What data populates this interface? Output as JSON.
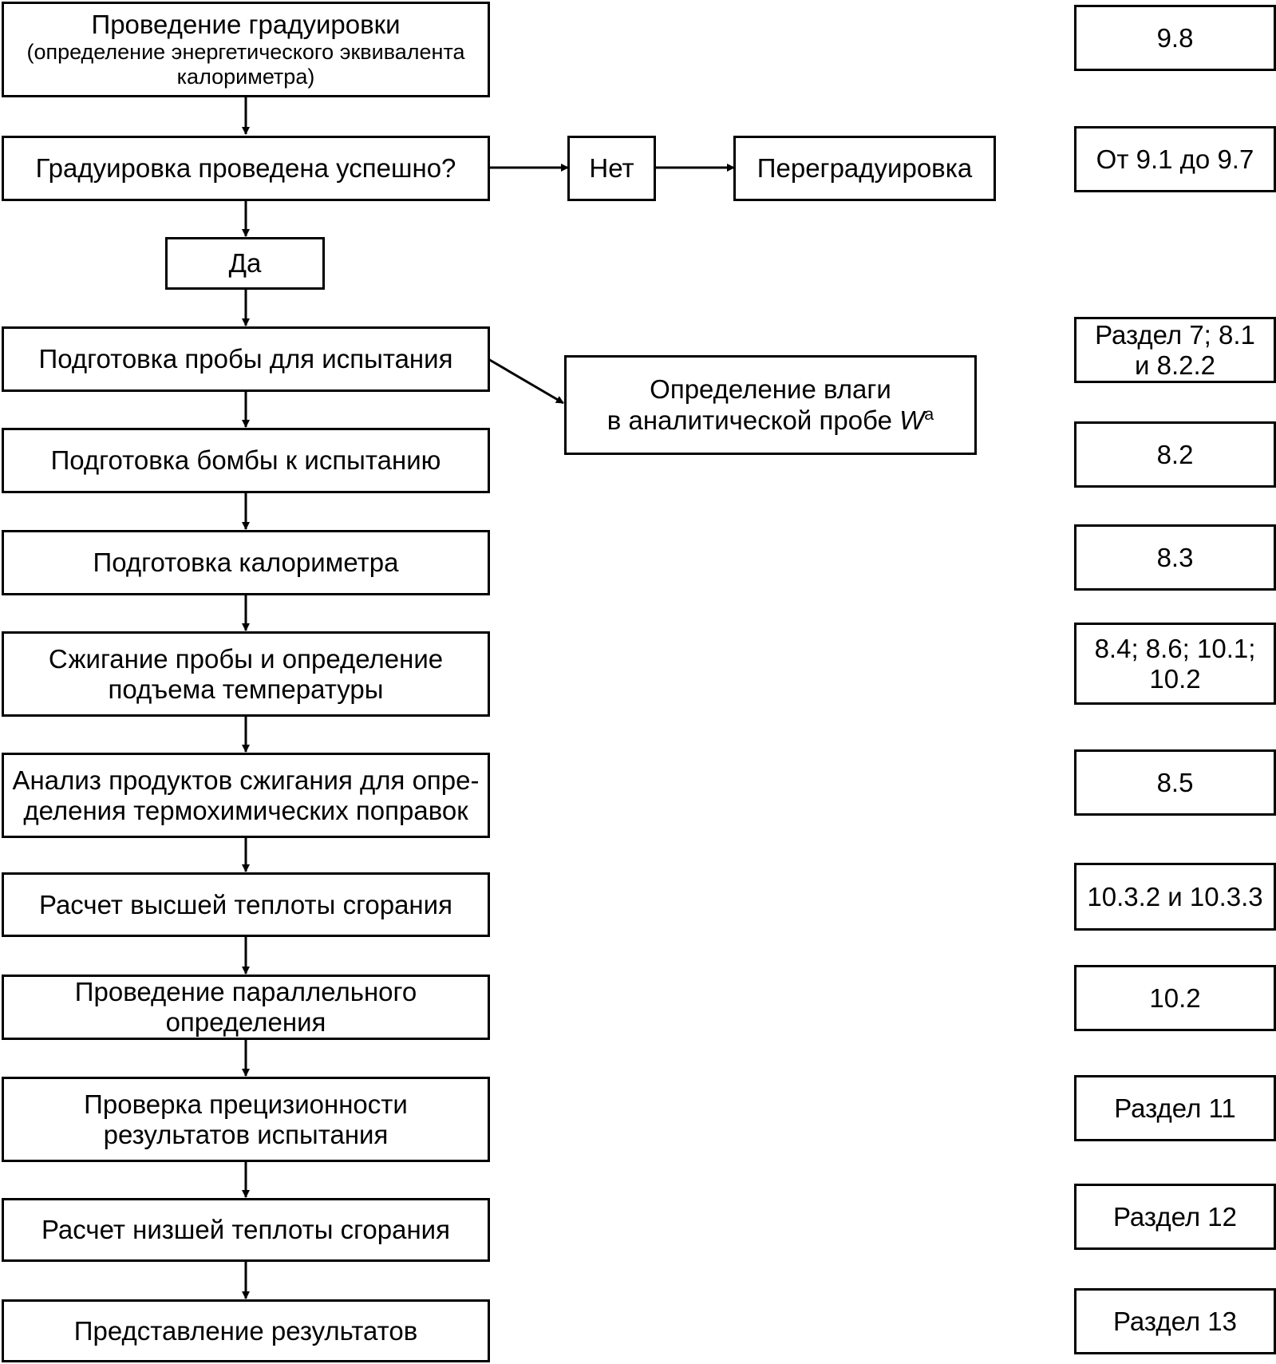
{
  "flow": {
    "calibration": {
      "line1": "Проведение градуировки",
      "line2": "(определение энергетического эквивалента",
      "line3": "калориметра)"
    },
    "check": "Градуировка проведена успешно?",
    "no": "Нет",
    "recalibration": "Переградуировка",
    "yes": "Да",
    "prep_sample": "Подготовка пробы для испытания",
    "moisture": {
      "line1": "Определение влаги",
      "line2": "в аналитической пробе",
      "var": "W",
      "sup": "a"
    },
    "prep_bomb": "Подготовка бомбы к испытанию",
    "prep_calorimeter": "Подготовка калориметра",
    "combustion": {
      "line1": "Сжигание пробы и определение",
      "line2": "подъема температуры"
    },
    "analysis": {
      "line1": "Анализ продуктов сжигания для опре-",
      "line2": "деления термохимических поправок"
    },
    "gross_heat": "Расчет высшей теплоты сгорания",
    "parallel": {
      "line1": "Проведение параллельного",
      "line2": "определения"
    },
    "precision": {
      "line1": "Проверка прецизионности",
      "line2": "результатов испытания"
    },
    "net_heat": "Расчет низшей теплоты сгорания",
    "report": "Представление результатов"
  },
  "refs": [
    {
      "line1": "9.8",
      "line2": ""
    },
    {
      "line1": "От 9.1 до 9.7",
      "line2": ""
    },
    {
      "line1": "Раздел 7; 8.1",
      "line2": "и 8.2.2"
    },
    {
      "line1": "8.2",
      "line2": ""
    },
    {
      "line1": "8.3",
      "line2": ""
    },
    {
      "line1": "8.4; 8.6; 10.1;",
      "line2": "10.2"
    },
    {
      "line1": "8.5",
      "line2": ""
    },
    {
      "line1": "10.3.2 и 10.3.3",
      "line2": ""
    },
    {
      "line1": "10.2",
      "line2": ""
    },
    {
      "line1": "Раздел 11",
      "line2": ""
    },
    {
      "line1": "Раздел 12",
      "line2": ""
    },
    {
      "line1": "Раздел 13",
      "line2": ""
    }
  ]
}
